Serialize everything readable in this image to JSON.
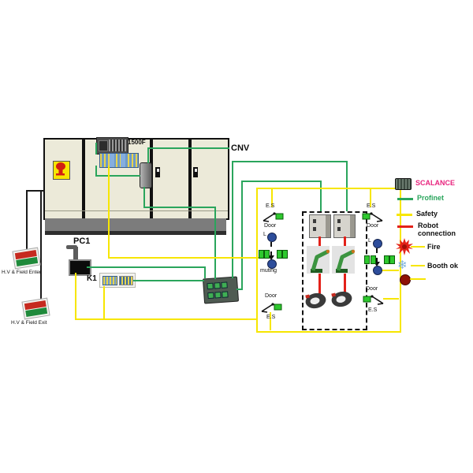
{
  "labels": {
    "cnv": "CNV",
    "plc": "1500F",
    "pc": "PC1",
    "k1": "K1",
    "hv_enter": "H.V & Field Enter",
    "hv_exit": "H.V & Field Exit"
  },
  "cell": {
    "left": {
      "es_top": "E.S",
      "door_top": "Door",
      "light": "L",
      "muting": "muting",
      "door_bottom": "Door",
      "es_bottom": "E.S"
    },
    "right": {
      "es_top": "E.S",
      "door_top": "Door",
      "light": "L",
      "door_bottom": "Door",
      "es_bottom": "E.S"
    }
  },
  "legend": {
    "scalance": "SCALANCE",
    "profinet": "Profinet",
    "safety": "Safety",
    "robot": "Robot connection",
    "fire": "Fire",
    "booth": "Booth ok"
  },
  "colors": {
    "profinet": "#2aa55c",
    "safety": "#f7e600",
    "robot_connection": "#e32119",
    "scalance_text": "#e8247e",
    "muting_dot": "#2d4d9b",
    "curtain_green": "#2ec82e"
  }
}
